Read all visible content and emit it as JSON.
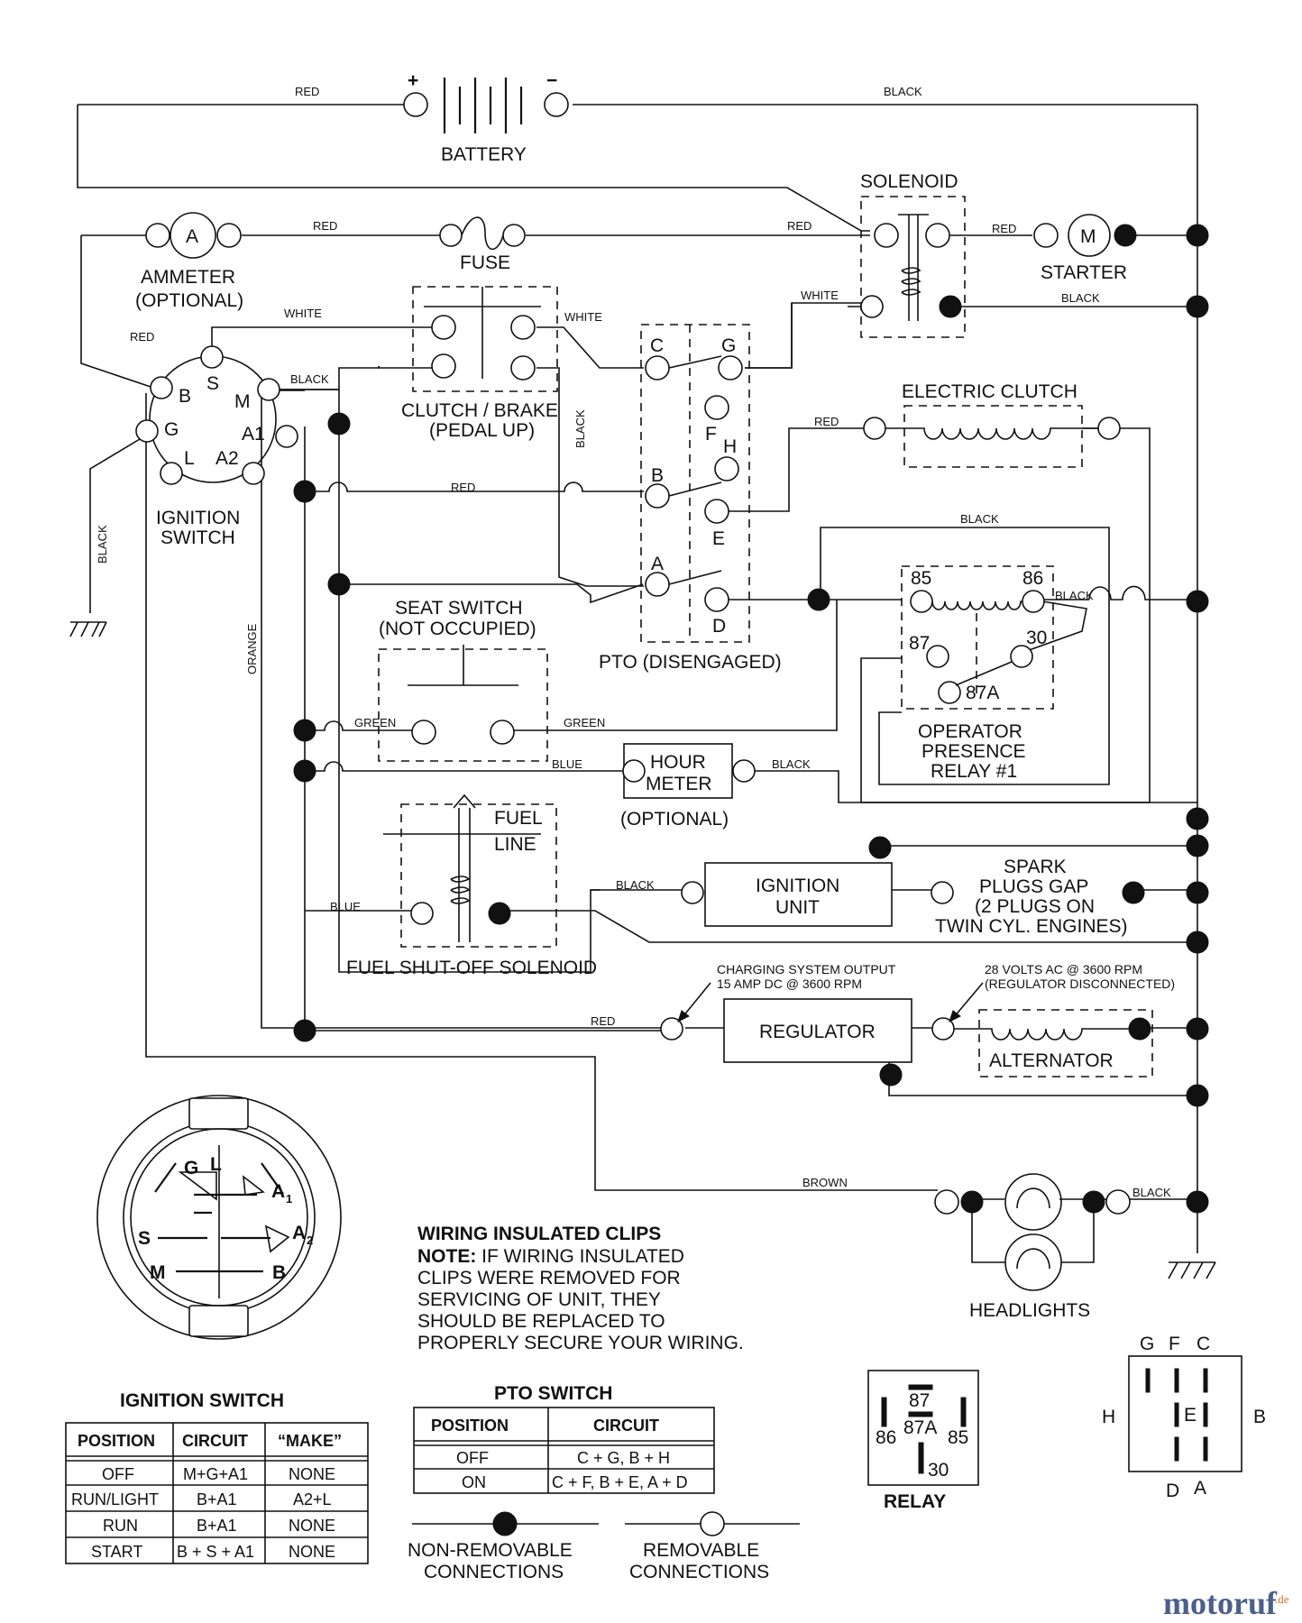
{
  "battery": {
    "label": "BATTERY",
    "plus": "+",
    "minus": "−"
  },
  "solenoid": {
    "label": "SOLENOID"
  },
  "fuse": {
    "label": "FUSE"
  },
  "ammeter": {
    "symbol": "A",
    "label1": "AMMETER",
    "label2": "(OPTIONAL)"
  },
  "starter": {
    "symbol": "M",
    "label": "STARTER"
  },
  "ignition": {
    "label1": "IGNITION",
    "label2": "SWITCH",
    "pins": {
      "B": "B",
      "S": "S",
      "M": "M",
      "G": "G",
      "A1": "A1",
      "L": "L",
      "A2": "A2"
    }
  },
  "clutch_brake": {
    "label1": "CLUTCH / BRAKE",
    "label2": "(PEDAL UP)"
  },
  "pto": {
    "label": "PTO (DISENGAGED)",
    "pins": {
      "C": "C",
      "G": "G",
      "F": "F",
      "H": "H",
      "B": "B",
      "E": "E",
      "A": "A",
      "D": "D"
    }
  },
  "electric_clutch": {
    "label": "ELECTRIC CLUTCH"
  },
  "relay_block": {
    "label1": "OPERATOR",
    "label2": "PRESENCE",
    "label3": "RELAY #1",
    "pins": {
      "p85": "85",
      "p86": "86",
      "p87": "87",
      "p30": "30",
      "p87a": "87A"
    }
  },
  "seat_switch": {
    "label1": "SEAT SWITCH",
    "label2": "(NOT OCCUPIED)"
  },
  "hour_meter": {
    "label1": "HOUR",
    "label2": "METER",
    "label3": "(OPTIONAL)"
  },
  "fuel": {
    "label1": "FUEL",
    "label2": "LINE",
    "label3": "FUEL SHUT-OFF SOLENOID"
  },
  "ignition_unit": {
    "label1": "IGNITION",
    "label2": "UNIT"
  },
  "spark": {
    "label1": "SPARK",
    "label2": "PLUGS GAP",
    "label3": "(2 PLUGS ON",
    "label4": "TWIN CYL. ENGINES)"
  },
  "regulator": {
    "label": "REGULATOR",
    "note1": "CHARGING SYSTEM OUTPUT",
    "note2": "15 AMP DC @ 3600 RPM"
  },
  "alternator": {
    "label": "ALTERNATOR",
    "note1": "28 VOLTS AC @ 3600 RPM",
    "note2": "(REGULATOR DISCONNECTED)"
  },
  "headlights": {
    "label": "HEADLIGHTS"
  },
  "wires": {
    "red": "RED",
    "black": "BLACK",
    "white": "WHITE",
    "green": "GREEN",
    "blue": "BLUE",
    "orange": "ORANGE",
    "brown": "BROWN"
  },
  "clips_note": {
    "title": "WIRING INSULATED CLIPS",
    "note_label": "NOTE:",
    "line1": " IF WIRING INSULATED",
    "line2": "CLIPS WERE REMOVED FOR",
    "line3": "SERVICING OF UNIT, THEY",
    "line4": "SHOULD BE REPLACED TO",
    "line5": "PROPERLY SECURE YOUR WIRING."
  },
  "ign_detail": {
    "title": "IGNITION SWITCH",
    "pins": {
      "G": "G",
      "L": "L",
      "A1": "A",
      "A1sub": "1",
      "A2": "A",
      "A2sub": "2",
      "S": "S",
      "M": "M",
      "B": "B"
    }
  },
  "ign_table": {
    "headers": [
      "POSITION",
      "CIRCUIT",
      "“MAKE”"
    ],
    "rows": [
      [
        "OFF",
        "M+G+A1",
        "NONE"
      ],
      [
        "RUN/LIGHT",
        "B+A1",
        "A2+L"
      ],
      [
        "RUN",
        "B+A1",
        "NONE"
      ],
      [
        "START",
        "B + S + A1",
        "NONE"
      ]
    ]
  },
  "pto_table": {
    "title": "PTO SWITCH",
    "headers": [
      "POSITION",
      "CIRCUIT"
    ],
    "rows": [
      [
        "OFF",
        "C + G, B + H"
      ],
      [
        "ON",
        "C + F, B + E, A + D"
      ]
    ]
  },
  "legend": {
    "nonrem1": "NON-REMOVABLE",
    "nonrem2": "CONNECTIONS",
    "rem1": "REMOVABLE",
    "rem2": "CONNECTIONS"
  },
  "relay_detail": {
    "title": "RELAY",
    "p87": "87",
    "p87a": "87A",
    "p86": "86",
    "p85": "85",
    "p30": "30"
  },
  "pto_detail": {
    "G": "G",
    "F": "F",
    "C": "C",
    "H": "H",
    "E": "E",
    "B": "B",
    "D": "D",
    "A": "A"
  },
  "watermark": {
    "text": "motoruf",
    "suffix": ".de"
  }
}
